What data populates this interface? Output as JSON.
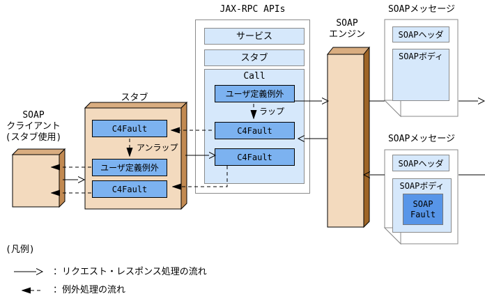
{
  "jaxrpc": {
    "title": "JAX-RPC APIs",
    "service_label": "サービス",
    "stub_label": "スタブ",
    "call": {
      "label": "Call",
      "user_exception_label": "ユーザ定義例外",
      "wrap_label": "ラップ",
      "c4fault_top_label": "C4Fault",
      "c4fault_bottom_label": "C4Fault"
    }
  },
  "stub_box": {
    "title": "スタブ",
    "c4fault_top_label": "C4Fault",
    "unwrap_label": "アンラップ",
    "user_exception_label": "ユーザ定義例外",
    "c4fault_bottom_label": "C4Fault"
  },
  "client": {
    "line1": "SOAP",
    "line2": "クライアント",
    "line3": "(スタブ使用)"
  },
  "engine": {
    "line1": "SOAP",
    "line2": "エンジン"
  },
  "message_top": {
    "title": "SOAPメッセージ",
    "header_label": "SOAPヘッダ",
    "body_label": "SOAPボディ"
  },
  "message_bottom": {
    "title": "SOAPメッセージ",
    "header_label": "SOAPヘッダ",
    "body_label": "SOAPボディ",
    "fault_line1": "SOAP",
    "fault_line2": "Fault"
  },
  "legend": {
    "title": "(凡例)",
    "request_flow_label": "：リクエスト・レスポンス処理の流れ",
    "exception_flow_label": "：例外処理の流れ"
  },
  "colors": {
    "light_blue_fill": "#d6e8fb",
    "blue_fill": "#7cb2f0",
    "fault_blue_fill": "#5795e8",
    "tan_front": "#f3dabe",
    "tan_top": "#d9ad80",
    "tan_side": "#c28a52",
    "engine_side": "#9e6527",
    "gray_outline": "#8a8a8a"
  }
}
